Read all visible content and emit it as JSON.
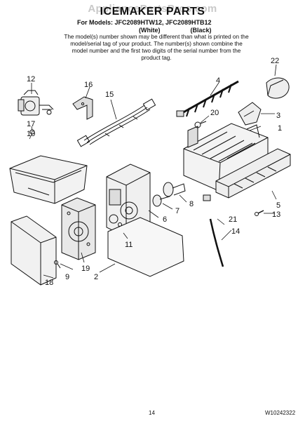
{
  "header": {
    "watermark": "AppliancePartsPros.com",
    "title": "ICEMAKER PARTS",
    "models_line": "For Models: JFC2089HTW12, JFC2089HTB12",
    "color_white": "(White)",
    "color_black": "(Black)",
    "note": "The model(s) number shown may be different than what is printed on the model/serial tag of your product. The number(s) shown combine the model number and the first two digits of the serial number from the product tag."
  },
  "callouts": [
    "1",
    "2",
    "3",
    "4",
    "5",
    "6",
    "7",
    "8",
    "9",
    "10",
    "11",
    "12",
    "13",
    "14",
    "15",
    "16",
    "17",
    "18",
    "19",
    "20",
    "21",
    "22"
  ],
  "footer": {
    "page_number": "14",
    "doc_number": "W10242322"
  }
}
